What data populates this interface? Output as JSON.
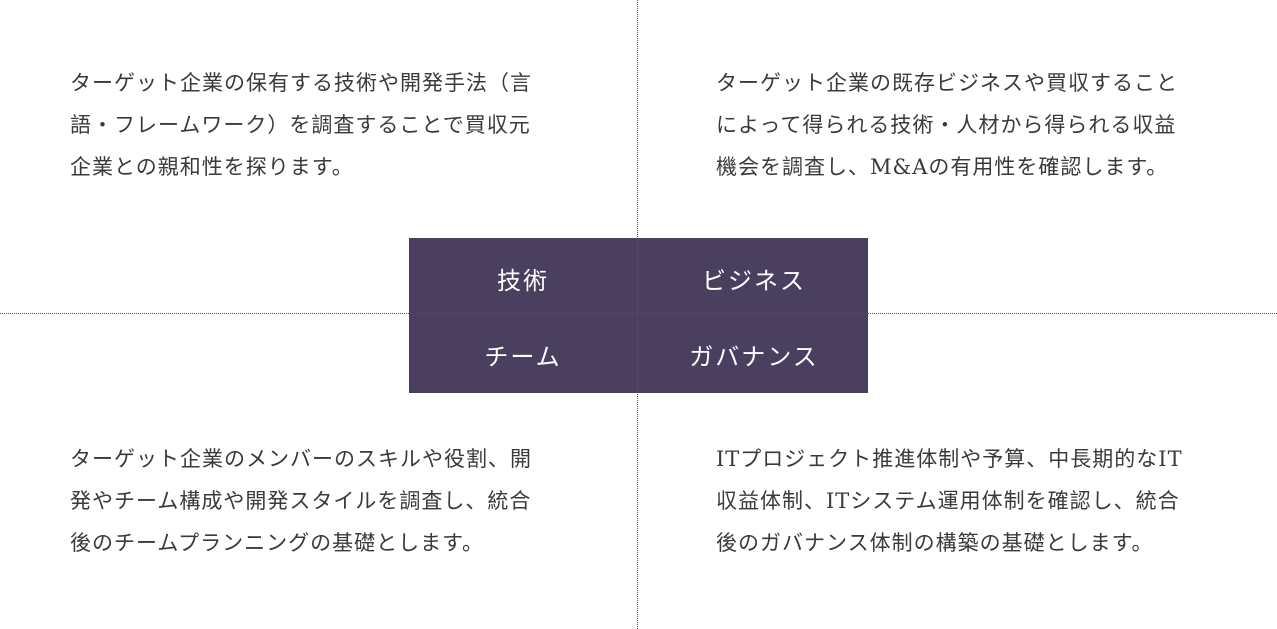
{
  "center": {
    "top_left": "技術",
    "top_right": "ビジネス",
    "bottom_left": "チーム",
    "bottom_right": "ガバナンス"
  },
  "quadrants": {
    "top_left": {
      "lines": [
        "ターゲット企業の保有する技術や開発手法（言",
        "語・フレームワーク）を調査することで買収元",
        "企業との親和性を探ります。"
      ]
    },
    "top_right": {
      "lines": [
        "ターゲット企業の既存ビジネスや買収すること",
        "によって得られる技術・人材から得られる収益",
        "機会を調査し、M&Aの有用性を確認します。"
      ]
    },
    "bottom_left": {
      "lines": [
        "ターゲット企業のメンバーのスキルや役割、開",
        "発やチーム構成や開発スタイルを調査し、統合",
        "後のチームプランニングの基礎とします。"
      ]
    },
    "bottom_right": {
      "lines": [
        "ITプロジェクト推進体制や予算、中長期的なIT",
        "収益体制、ITシステム運用体制を確認し、統合",
        "後のガバナンス体制の構築の基礎とします。"
      ]
    }
  },
  "colors": {
    "box_fill": "#4b3f5f",
    "divider": "#555555",
    "text": "#3a3a3a"
  }
}
